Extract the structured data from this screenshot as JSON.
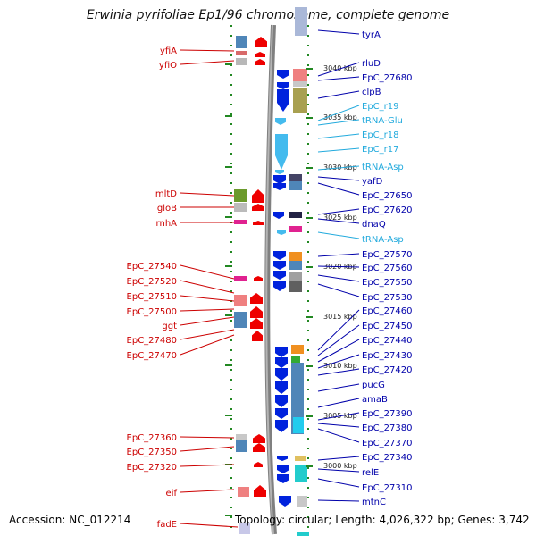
{
  "title": "Erwinia pyrifoliae Ep1/96 chromosome, complete genome",
  "footer": {
    "accession": "Accession: NC_012214",
    "topology": "Topology: circular; Length: 4,026,322 bp; Genes: 3,742"
  },
  "colors": {
    "left_label": "#cc0000",
    "right_label_blue": "#0000aa",
    "right_label_cyan": "#22aadd",
    "forward_arrow": "#ee0000",
    "reverse_arrow": "#0022dd",
    "rna_arrow": "#44bbee",
    "backbone": "#808080",
    "tick": "#228822"
  },
  "kbp_ticks": [
    {
      "label": "3040 kbp"
    },
    {
      "label": "3035 kbp"
    },
    {
      "label": "3030 kbp"
    },
    {
      "label": "3025 kbp"
    },
    {
      "label": "3020 kbp"
    },
    {
      "label": "3015 kbp"
    },
    {
      "label": "3010 kbp"
    },
    {
      "label": "3005 kbp"
    },
    {
      "label": "3000 kbp"
    }
  ],
  "left_genes": [
    {
      "name": "yfiA"
    },
    {
      "name": "yfiO"
    },
    {
      "name": "mltD"
    },
    {
      "name": "gloB"
    },
    {
      "name": "rnhA"
    },
    {
      "name": "EpC_27540"
    },
    {
      "name": "EpC_27520"
    },
    {
      "name": "EpC_27510"
    },
    {
      "name": "EpC_27500"
    },
    {
      "name": "ggt"
    },
    {
      "name": "EpC_27480"
    },
    {
      "name": "EpC_27470"
    },
    {
      "name": "EpC_27360"
    },
    {
      "name": "EpC_27350"
    },
    {
      "name": "EpC_27320"
    },
    {
      "name": "eif"
    },
    {
      "name": "fadE"
    }
  ],
  "right_genes": [
    {
      "name": "tyrA",
      "kind": "gene"
    },
    {
      "name": "rluD",
      "kind": "gene"
    },
    {
      "name": "EpC_27680",
      "kind": "gene"
    },
    {
      "name": "clpB",
      "kind": "gene"
    },
    {
      "name": "EpC_r19",
      "kind": "rna"
    },
    {
      "name": "tRNA-Glu",
      "kind": "rna"
    },
    {
      "name": "EpC_r18",
      "kind": "rna"
    },
    {
      "name": "EpC_r17",
      "kind": "rna"
    },
    {
      "name": "tRNA-Asp",
      "kind": "rna"
    },
    {
      "name": "yafD",
      "kind": "gene"
    },
    {
      "name": "EpC_27650",
      "kind": "gene"
    },
    {
      "name": "EpC_27620",
      "kind": "gene"
    },
    {
      "name": "dnaQ",
      "kind": "gene"
    },
    {
      "name": "tRNA-Asp",
      "kind": "rna"
    },
    {
      "name": "EpC_27570",
      "kind": "gene"
    },
    {
      "name": "EpC_27560",
      "kind": "gene"
    },
    {
      "name": "EpC_27550",
      "kind": "gene"
    },
    {
      "name": "EpC_27530",
      "kind": "gene"
    },
    {
      "name": "EpC_27460",
      "kind": "gene"
    },
    {
      "name": "EpC_27450",
      "kind": "gene"
    },
    {
      "name": "EpC_27440",
      "kind": "gene"
    },
    {
      "name": "EpC_27430",
      "kind": "gene"
    },
    {
      "name": "EpC_27420",
      "kind": "gene"
    },
    {
      "name": "pucG",
      "kind": "gene"
    },
    {
      "name": "amaB",
      "kind": "gene"
    },
    {
      "name": "EpC_27390",
      "kind": "gene"
    },
    {
      "name": "EpC_27380",
      "kind": "gene"
    },
    {
      "name": "EpC_27370",
      "kind": "gene"
    },
    {
      "name": "EpC_27340",
      "kind": "gene"
    },
    {
      "name": "relE",
      "kind": "gene"
    },
    {
      "name": "EpC_27310",
      "kind": "gene"
    },
    {
      "name": "mtnC",
      "kind": "gene"
    }
  ]
}
